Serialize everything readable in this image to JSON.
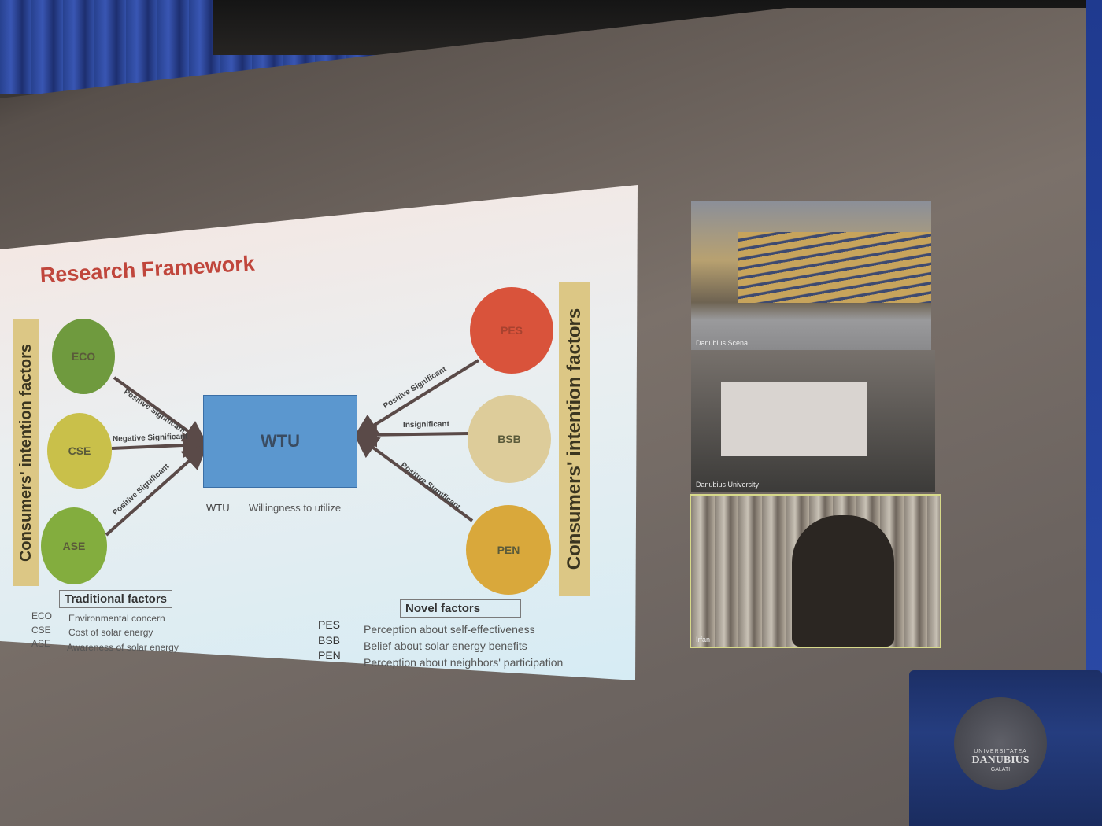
{
  "slide": {
    "title": "Research Framework",
    "left_label": "Consumers' intention factors",
    "right_label": "Consumers' intention factors",
    "center_node": "WTU",
    "center_def_abbr": "WTU",
    "center_def_text": "Willingness to utilize",
    "left_nodes": [
      {
        "abbr": "ECO",
        "edge_label": "Positive Significant",
        "color": "#6f9a3e"
      },
      {
        "abbr": "CSE",
        "edge_label": "Negative Significant",
        "color": "#c9c04a"
      },
      {
        "abbr": "ASE",
        "edge_label": "Positive Significant",
        "color": "#83ad3e"
      }
    ],
    "right_nodes": [
      {
        "abbr": "PES",
        "edge_label": "Positive Significant",
        "color": "#d9533b"
      },
      {
        "abbr": "BSB",
        "edge_label": "Insignificant",
        "color": "#ddcc9a"
      },
      {
        "abbr": "PEN",
        "edge_label": "Positive Significant",
        "color": "#d9a83b"
      }
    ],
    "traditional_box": "Traditional factors",
    "novel_box": "Novel factors",
    "traditional_legend": [
      {
        "abbr": "ECO",
        "text": "Environmental concern"
      },
      {
        "abbr": "CSE",
        "text": "Cost of solar energy"
      },
      {
        "abbr": "ASE",
        "text": "Awareness of solar energy"
      }
    ],
    "novel_legend": [
      {
        "abbr": "PES",
        "text": "Perception about self-effectiveness"
      },
      {
        "abbr": "BSB",
        "text": "Belief about solar energy benefits"
      },
      {
        "abbr": "PEN",
        "text": "Perception about neighbors' participation"
      }
    ]
  },
  "video_tiles": [
    {
      "name": "Danubius Scena"
    },
    {
      "name": "Danubius University"
    },
    {
      "name": "Irfan"
    }
  ],
  "podium": {
    "seal_line1": "UNIVERSITATEA",
    "seal_line2": "DANUBIUS",
    "seal_line3": "GALATI"
  }
}
